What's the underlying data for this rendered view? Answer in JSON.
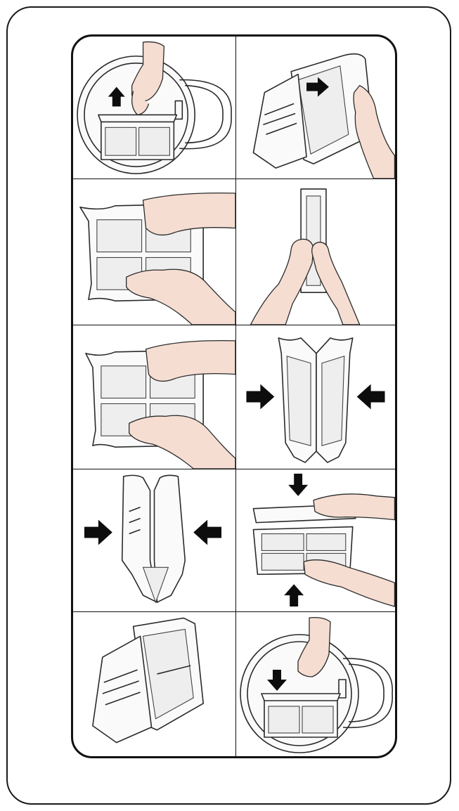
{
  "steps": [
    {
      "id": 1,
      "name": "remove-filter-from-drum",
      "arrow": "up"
    },
    {
      "id": 2,
      "name": "open-filter",
      "arrow": "right"
    },
    {
      "id": 3,
      "name": "clean-filter-mesh",
      "arrow": ""
    },
    {
      "id": 4,
      "name": "wash-filter-under-tap",
      "arrow": ""
    },
    {
      "id": 5,
      "name": "wipe-filter-mesh",
      "arrow": ""
    },
    {
      "id": 6,
      "name": "close-filter-halves",
      "arrow": "inward"
    },
    {
      "id": 7,
      "name": "press-filter-halves",
      "arrow": "inward"
    },
    {
      "id": 8,
      "name": "reassemble-filter",
      "arrow": "vertical-inward"
    },
    {
      "id": 9,
      "name": "closed-filter",
      "arrow": ""
    },
    {
      "id": 10,
      "name": "reinsert-filter-in-drum",
      "arrow": "down"
    }
  ],
  "colors": {
    "outline": "#111111",
    "skin": "#f5ddd2",
    "arrow": "#0d0d0d",
    "mesh": "#eeeeee"
  }
}
